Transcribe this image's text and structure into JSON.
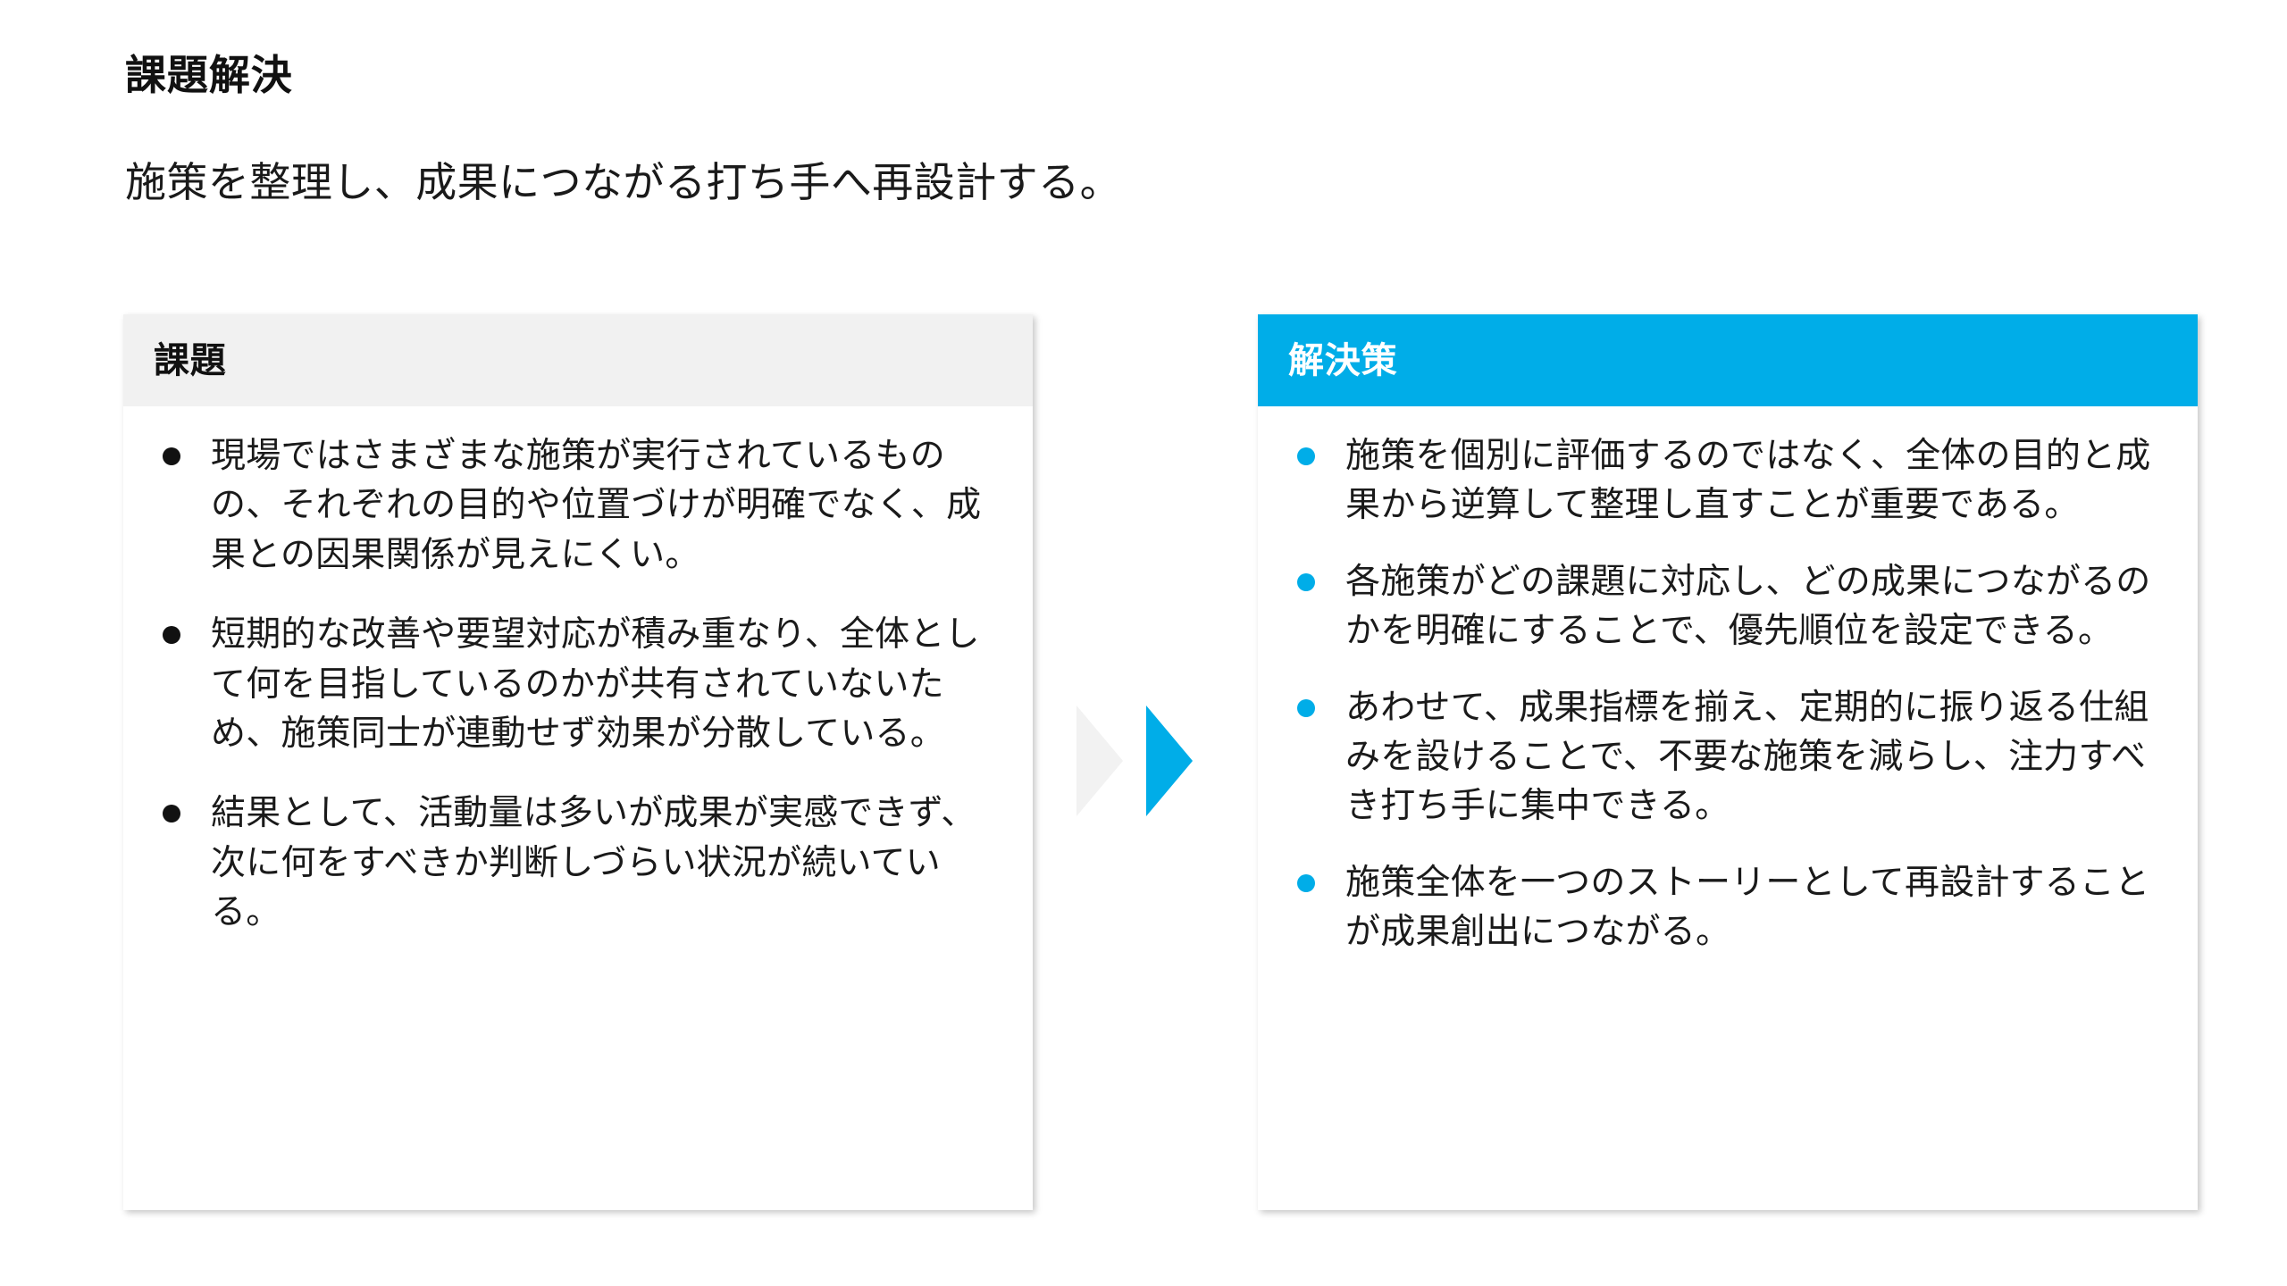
{
  "slide": {
    "title": "課題解決",
    "subtitle": "施策を整理し、成果につながる打ち手へ再設計する。",
    "accent_color": "#00ade8",
    "header_gray": "#f1f1f1",
    "background": "#ffffff"
  },
  "problem_card": {
    "header": "課題",
    "bullet_color": "#111111",
    "bullets": [
      "現場ではさまざまな施策が実行されているものの、それぞれの目的や位置づけが明確でなく、成果との因果関係が見えにくい。",
      "短期的な改善や要望対応が積み重なり、全体として何を目指しているのかが共有されていないため、施策同士が連動せず効果が分散している。",
      "結果として、活動量は多いが成果が実感できず、次に何をすべきか判断しづらい状況が続いている。"
    ]
  },
  "solution_card": {
    "header": "解決策",
    "bullet_color": "#00ade8",
    "bullets": [
      "施策を個別に評価するのではなく、全体の目的と成果から逆算して整理し直すことが重要である。",
      "各施策がどの課題に対応し、どの成果につながるのかを明確にすることで、優先順位を設定できる。",
      "あわせて、成果指標を揃え、定期的に振り返る仕組みを設けることで、不要な施策を減らし、注力すべき打ち手に集中できる。",
      "施策全体を一つのストーリーとして再設計することが成果創出につながる。"
    ]
  },
  "arrow": {
    "ghost_color": "#f2f2f2",
    "accent_color": "#00ade8",
    "direction": "right"
  }
}
